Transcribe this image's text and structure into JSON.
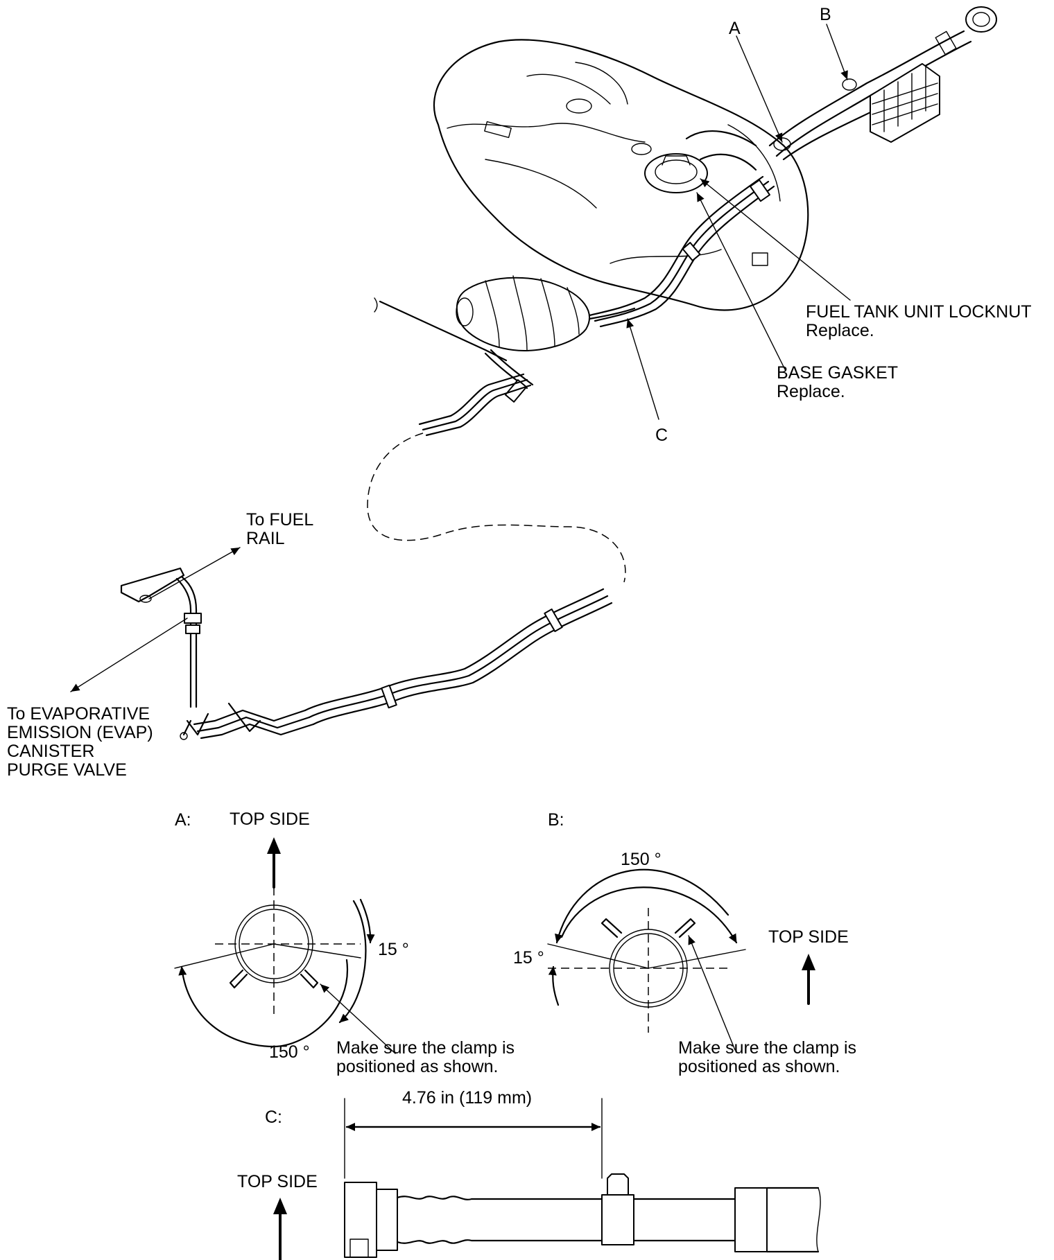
{
  "callouts": {
    "A": "A",
    "B": "B",
    "C": "C",
    "fuel_tank_unit_locknut": [
      "FUEL TANK UNIT LOCKNUT",
      "Replace."
    ],
    "base_gasket": [
      "BASE GASKET",
      "Replace."
    ],
    "to_fuel_rail": [
      "To FUEL",
      "RAIL"
    ],
    "to_evap": [
      "To EVAPORATIVE",
      "EMISSION (EVAP)",
      "CANISTER",
      "PURGE VALVE"
    ]
  },
  "detail_a": {
    "label": "A:",
    "top_side": "TOP SIDE",
    "angle_small": "15 °",
    "angle_large": "150 °",
    "note": [
      "Make sure the clamp is",
      "positioned as shown."
    ]
  },
  "detail_b": {
    "label": "B:",
    "top_side": "TOP SIDE",
    "angle_small": "15 °",
    "angle_large": "150 °",
    "note": [
      "Make sure the clamp is",
      "positioned as shown."
    ]
  },
  "detail_c": {
    "label": "C:",
    "top_side": "TOP SIDE",
    "dimension": "4.76 in (119 mm)"
  }
}
